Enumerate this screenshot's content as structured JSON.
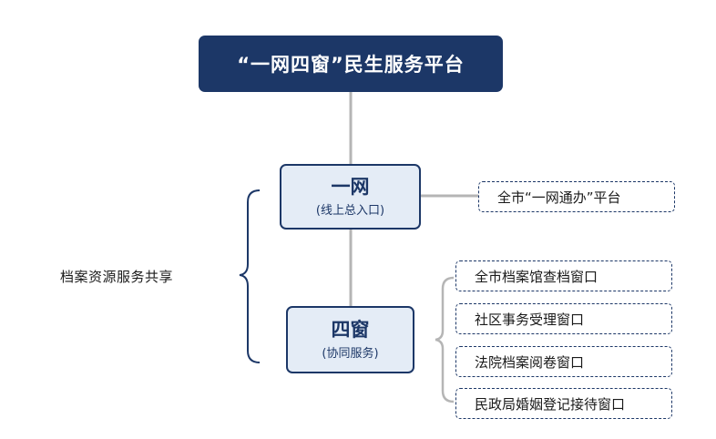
{
  "platform": {
    "title": "“一网四窗”民生服务平台"
  },
  "yiwang": {
    "title": "一网",
    "subtitle": "(线上总入口)",
    "linked_platform": "全市“一网通办”平台"
  },
  "sichuang": {
    "title": "四窗",
    "subtitle": "(协同服务)",
    "windows": [
      "全市档案馆查档窗口",
      "社区事务受理窗口",
      "法院档案阅卷窗口",
      "民政局婚姻登记接待窗口"
    ]
  },
  "shared_label": "档案资源服务共享",
  "colors": {
    "primary": "#1c3767",
    "node_fill": "#e4ecf6",
    "connector": "#b5b5b5"
  }
}
